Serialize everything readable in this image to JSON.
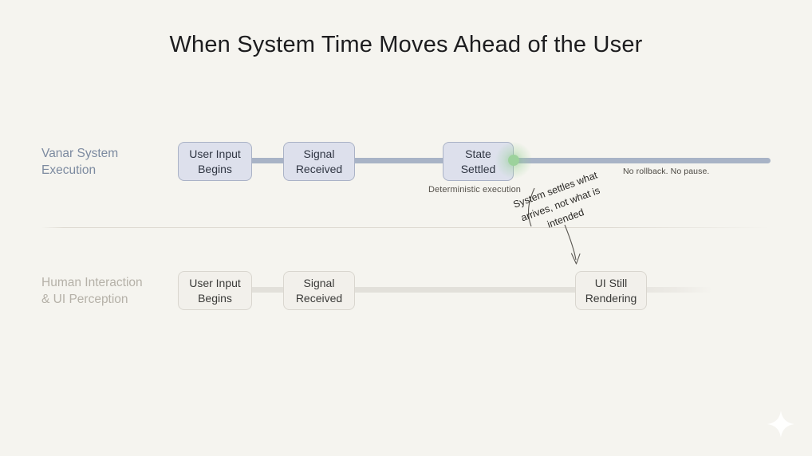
{
  "slide": {
    "title": "When System Time Moves Ahead of the User",
    "background_color": "#f5f4ef"
  },
  "rows": {
    "top": {
      "label": "Vanar System\nExecution",
      "label_color": "#7c8aa0",
      "track_color": "#a8b3c6",
      "nodes": [
        {
          "label": "User Input\nBegins"
        },
        {
          "label": "Signal\nReceived"
        },
        {
          "label": "State\nSettled"
        }
      ],
      "marker": {
        "name": "settlement-dot",
        "color": "#9cd29c"
      },
      "captions": {
        "under_state_settled": "Deterministic execution",
        "end_of_track": "No rollback. No pause."
      }
    },
    "bottom": {
      "label": "Human Interaction\n& UI Perception",
      "label_color": "#b5b1a8",
      "track_color": "#e2e0da",
      "nodes": [
        {
          "label": "User Input\nBegins"
        },
        {
          "label": "Signal\nReceived"
        },
        {
          "label": "UI Still\nRendering"
        }
      ]
    }
  },
  "annotation": {
    "text": "System settles what arrives, not what is intended",
    "rotation_degrees": -20
  },
  "icons": {
    "sparkle": "sparkle-icon"
  }
}
